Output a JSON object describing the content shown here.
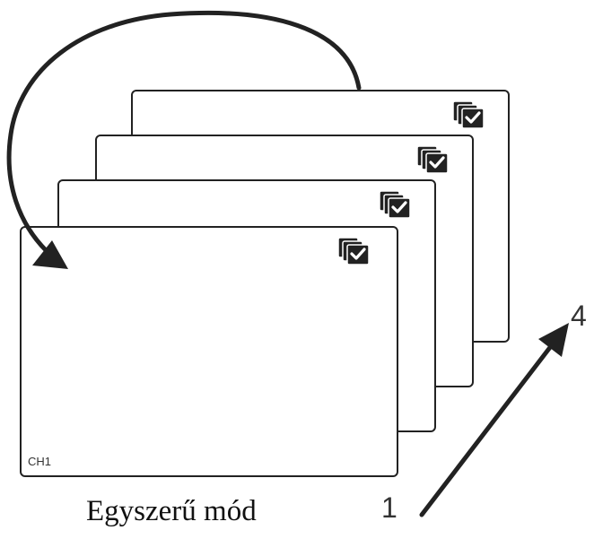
{
  "screens": [
    {
      "channel_label": "CH1",
      "icon": "sequence-check-icon"
    },
    {
      "channel_label": "",
      "icon": "sequence-check-icon"
    },
    {
      "channel_label": "",
      "icon": "sequence-check-icon"
    },
    {
      "channel_label": "",
      "icon": "sequence-check-icon"
    }
  ],
  "arrows": {
    "loop_back": "curved-arrow-icon",
    "forward": "diagonal-arrow-icon"
  },
  "range": {
    "start": "1",
    "end": "4"
  },
  "caption": "Egyszerű mód"
}
